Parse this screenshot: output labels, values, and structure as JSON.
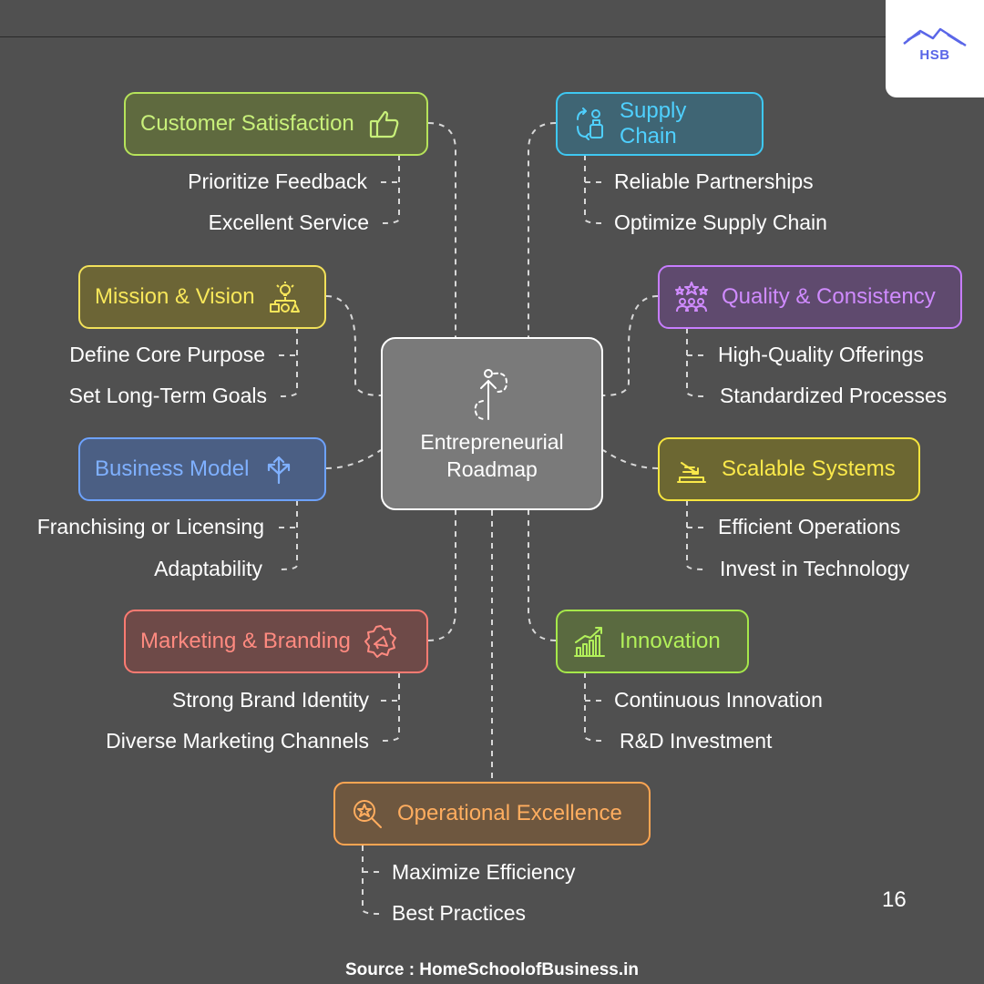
{
  "logo": {
    "text": "HSB"
  },
  "center": {
    "title_line1": "Entrepreneurial",
    "title_line2": "Roadmap"
  },
  "nodes": {
    "customer_satisfaction": {
      "title": "Customer Satisfaction",
      "items": [
        "Prioritize Feedback",
        "Excellent Service"
      ],
      "color": "#b6e35a"
    },
    "mission_vision": {
      "title": "Mission & Vision",
      "items": [
        "Define Core Purpose",
        "Set Long-Term Goals"
      ],
      "color": "#f2e15a"
    },
    "business_model": {
      "title": "Business Model",
      "items": [
        "Franchising or Licensing",
        "Adaptability"
      ],
      "color": "#6da2ff"
    },
    "marketing_branding": {
      "title": "Marketing & Branding",
      "items": [
        "Strong Brand Identity",
        "Diverse Marketing Channels"
      ],
      "color": "#ff7b72"
    },
    "supply_chain": {
      "title": "Supply Chain",
      "items": [
        "Reliable Partnerships",
        "Optimize Supply Chain"
      ],
      "color": "#3ec8f2"
    },
    "quality_consistency": {
      "title": "Quality & Consistency",
      "items": [
        "High-Quality Offerings",
        "Standardized Processes"
      ],
      "color": "#c77dff"
    },
    "scalable_systems": {
      "title": "Scalable Systems",
      "items": [
        "Efficient Operations",
        "Invest in Technology"
      ],
      "color": "#f6e53e"
    },
    "innovation": {
      "title": "Innovation",
      "items": [
        "Continuous Innovation",
        "R&D Investment"
      ],
      "color": "#a6e84a"
    },
    "operational_excellence": {
      "title": "Operational Excellence",
      "items": [
        "Maximize Efficiency",
        "Best Practices"
      ],
      "color": "#ffa552"
    }
  },
  "footer": {
    "page_number": "16",
    "source": "Source : HomeSchoolofBusiness.in"
  }
}
